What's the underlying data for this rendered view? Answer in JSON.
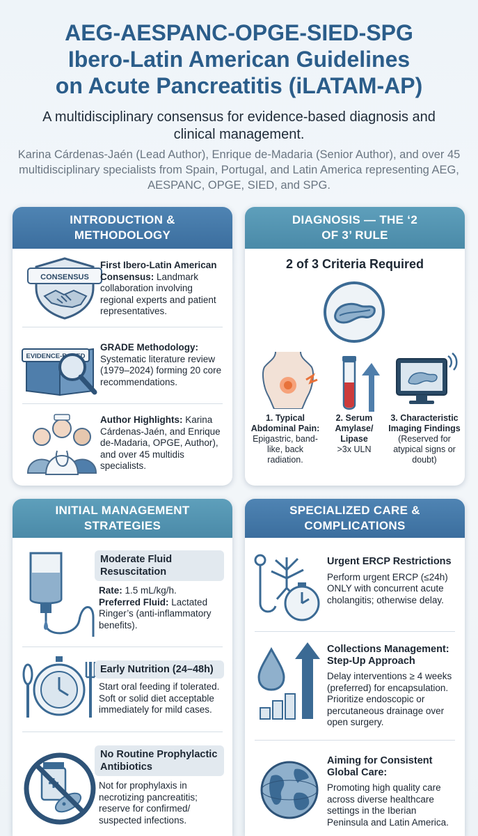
{
  "header": {
    "title_line1": "AEG-AESPANC-OPGE-SIED-SPG",
    "title_line2": "Ibero-Latin American Guidelines",
    "title_line3": "on Acute Pancreatitis (iLATAM-AP)",
    "subtitle": "A multidisciplinary consensus for evidence-based diagnosis and clinical management.",
    "authors": "Karina Cárdenas-Jaén (Lead Author), Enrique de-Madaria (Senior Author), and over 45 multidisciplinary specialists from Spain, Portugal, and Latin America representing AEG, AESPANC, OPGE, SIED, and SPG."
  },
  "intro": {
    "heading": "INTRODUCTION & METHODOLOGY",
    "items": [
      {
        "badge": "CONSENSUS",
        "title": "First Ibero-Latin American Consensus:",
        "text": " Landmark collaboration involving regional experts and patient representatives.",
        "icon": "handshake-shield-icon"
      },
      {
        "badge": "EVIDENCE-BASED",
        "title": "GRADE Methodology:",
        "text": " Systematic literature review (1979–2024) forming 20 core recommendations.",
        "icon": "book-magnifier-icon"
      },
      {
        "badge": "",
        "title": "Author Highlights:",
        "text": " Karina Cárdenas-Jaén, and Enrique de-Madaria, OPGE, Author), and over 45 multidis specialists.",
        "icon": "specialists-group-icon"
      }
    ]
  },
  "diagnosis": {
    "heading": "DIAGNOSIS — THE ‘2 OF 3’ RULE",
    "criteria_title": "2 of 3 Criteria Required",
    "criteria": [
      {
        "title": "1. Typical Abdominal Pain:",
        "text": "Epigastric, band-like, back radiation.",
        "icon": "abdominal-pain-icon"
      },
      {
        "title": "2. Serum Amylase/ Lipase",
        "text": ">3x ULN",
        "icon": "test-tube-arrow-icon"
      },
      {
        "title": "3. Characteristic Imaging Findings",
        "text": "(Reserved for atypical signs or doubt)",
        "icon": "imaging-monitor-icon"
      }
    ]
  },
  "management": {
    "heading": "INITIAL MANAGEMENT STRATEGIES",
    "items": [
      {
        "pill": "Moderate Fluid Resuscitation",
        "rate_label": "Rate:",
        "rate": " 1.5 mL/kg/h.",
        "fluid_label": "Preferred Fluid:",
        "fluid": " Lactated Ringer’s (anti-inflammatory benefits).",
        "icon": "iv-bag-icon"
      },
      {
        "pill": "Early Nutrition (24–48h)",
        "text": "Start oral feeding if tolerated. Soft or solid diet acceptable immediately for mild cases.",
        "icon": "plate-clock-icon"
      },
      {
        "pill": "No Routine Prophylactic Antibiotics",
        "text": "Not for prophylaxis in necrotizing pancreatitis; reserve for confirmed/ suspected infections.",
        "icon": "no-antibiotics-icon"
      }
    ]
  },
  "specialized": {
    "heading": "SPECIALIZED CARE & COMPLICATIONS",
    "items": [
      {
        "title": "Urgent ERCP Restrictions",
        "text": "Perform urgent ERCP (≤24h) ONLY with concurrent acute cholangitis; otherwise delay.",
        "icon": "endoscope-stopwatch-icon"
      },
      {
        "title": "Collections Management: Step-Up Approach",
        "text": "Delay interventions ≥ 4 weeks (preferred) for encapsulation. Prioritize endoscopic or percutaneous drainage over open surgery.",
        "icon": "drop-step-chart-icon"
      },
      {
        "title": "Aiming for Consistent Global Care:",
        "text": "Promoting high quality care across diverse healthcare settings in the Iberian Peninsula and Latin America.",
        "icon": "globe-icon"
      }
    ]
  },
  "colors": {
    "title": "#2b5d8a",
    "header_blue": "#3b6e9e",
    "header_teal": "#4a8aa8",
    "accent_orange": "#e8723a"
  }
}
